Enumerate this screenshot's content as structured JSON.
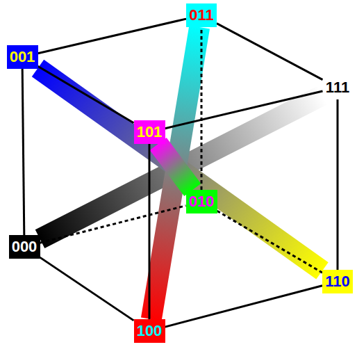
{
  "diagram": {
    "nodes": [
      {
        "text": [
          "011"
        ]
      },
      {
        "text": [
          "001"
        ]
      },
      {
        "text": [
          "111"
        ]
      },
      {
        "text": [
          "101"
        ]
      },
      {
        "text": [
          "010"
        ]
      },
      {
        "text": [
          "000"
        ]
      },
      {
        "text": [
          "110"
        ]
      },
      {
        "text": [
          "100"
        ]
      }
    ],
    "edges": [
      {
        "from": 5,
        "to": 2,
        "arrow": "none"
      },
      {
        "from": 1,
        "to": 6,
        "arrow": "none"
      },
      {
        "from": 7,
        "to": 0,
        "arrow": "none"
      },
      {
        "from": 3,
        "to": 4,
        "arrow": "none"
      },
      {
        "from": 1,
        "to": 0,
        "arrow": "none"
      },
      {
        "from": 0,
        "to": 2,
        "arrow": "none"
      },
      {
        "from": 1,
        "to": 3,
        "arrow": "none"
      },
      {
        "from": 3,
        "to": 2,
        "arrow": "none"
      },
      {
        "from": 5,
        "to": 1,
        "arrow": "none"
      },
      {
        "from": 5,
        "to": 7,
        "arrow": "none"
      },
      {
        "from": 7,
        "to": 6,
        "arrow": "none"
      },
      {
        "from": 6,
        "to": 2,
        "arrow": "none"
      },
      {
        "from": 3,
        "to": 7,
        "arrow": "none"
      },
      {
        "from": 5,
        "to": 4,
        "arrow": "none"
      },
      {
        "from": 4,
        "to": 6,
        "arrow": "none"
      },
      {
        "from": 4,
        "to": 0,
        "arrow": "none"
      }
    ]
  }
}
